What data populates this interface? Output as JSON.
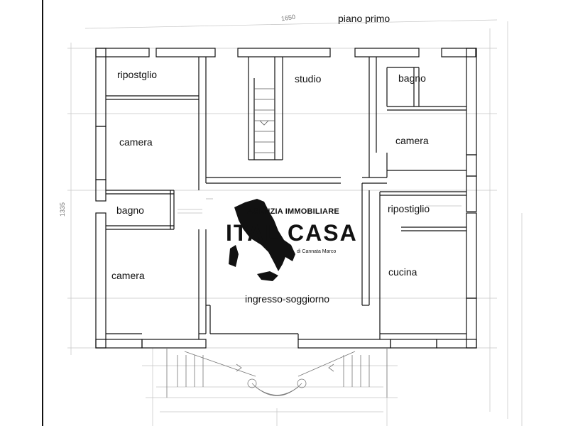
{
  "plan": {
    "floor_title": "piano primo",
    "dimension_top": "1650",
    "dimension_left": "1335",
    "rooms": [
      {
        "label": "ripostglio"
      },
      {
        "label": "studio"
      },
      {
        "label": "bagno"
      },
      {
        "label": "camera"
      },
      {
        "label": "camera"
      },
      {
        "label": "bagno"
      },
      {
        "label": "ripostiglio"
      },
      {
        "label": "camera"
      },
      {
        "label": "cucina"
      },
      {
        "label": "ingresso-soggiorno"
      }
    ]
  },
  "watermark": {
    "line1": "AGENZIA IMMOBILIARE",
    "brand": "ITAL CASA",
    "subline": "di Cannata Marco"
  },
  "colors": {
    "ink": "#111111",
    "faint_lines": "#bbbbbb",
    "background": "#ffffff"
  }
}
